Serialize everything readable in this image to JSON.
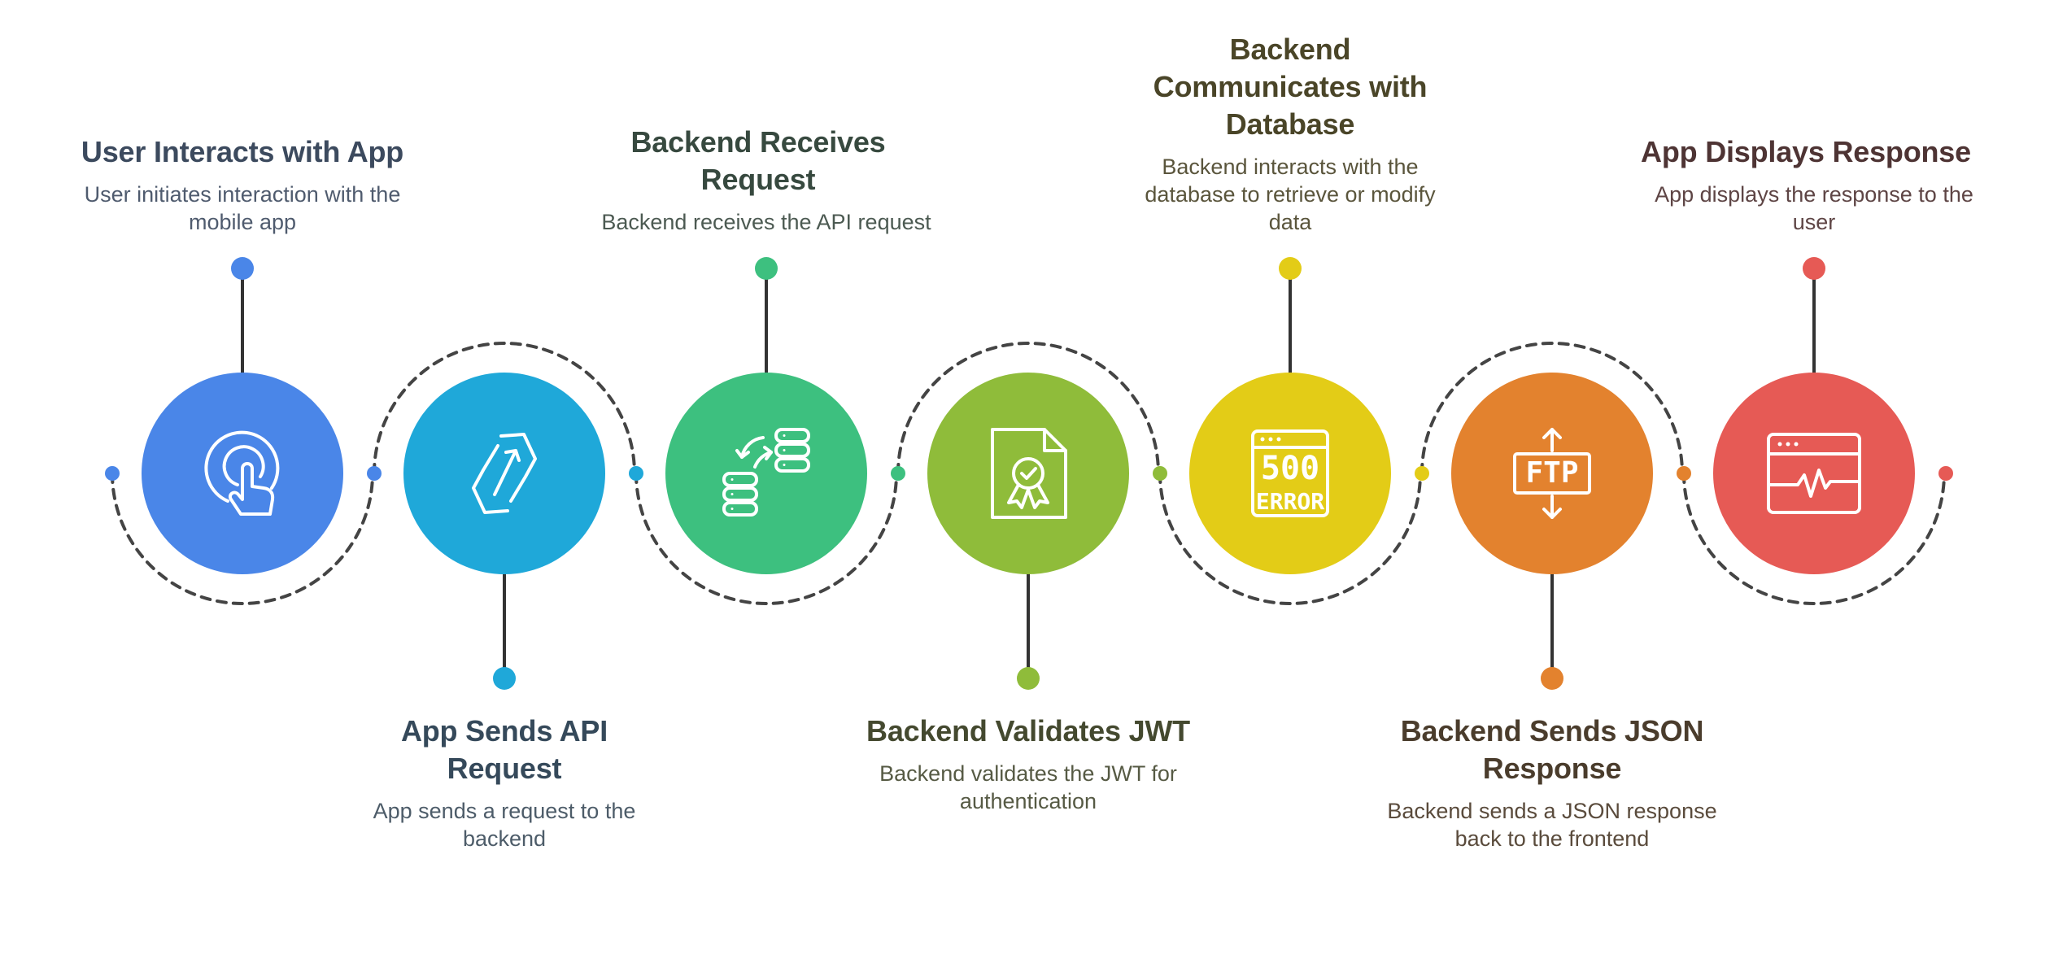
{
  "colors": {
    "ring": "#444444"
  },
  "steps": [
    {
      "title": "User Interacts with App",
      "desc": "User initiates interaction with the mobile app",
      "color": "#4a86e8",
      "title_color": "#3c4a5e",
      "desc_color": "#4f5b6e",
      "icon": "hand-tap-icon",
      "label_pos": "top"
    },
    {
      "title": "App Sends API Request",
      "desc": "App sends a request to the backend",
      "color": "#1fa8d9",
      "title_color": "#35495a",
      "desc_color": "#4d5c69",
      "icon": "link-arrow-icon",
      "label_pos": "bottom"
    },
    {
      "title": "Backend Receives Request",
      "desc": "Backend receives the API request",
      "color": "#3dc07f",
      "title_color": "#37493f",
      "desc_color": "#4c5a52",
      "icon": "data-transfer-icon",
      "label_pos": "top"
    },
    {
      "title": "Backend Validates JWT",
      "desc": "Backend validates the JWT for authentication",
      "color": "#8fbc3a",
      "title_color": "#44492f",
      "desc_color": "#565a44",
      "icon": "certificate-icon",
      "label_pos": "bottom"
    },
    {
      "title": "Backend Communicates with Database",
      "desc": "Backend interacts with the database to retrieve or modify data",
      "color": "#e3cc17",
      "title_color": "#4a4528",
      "desc_color": "#5a553c",
      "icon": "server-error-icon",
      "label_pos": "top"
    },
    {
      "title": "Backend Sends JSON Response",
      "desc": "Backend sends a JSON response back to the frontend",
      "color": "#e3822e",
      "title_color": "#4a3c2c",
      "desc_color": "#5a4b3c",
      "icon": "ftp-icon",
      "label_pos": "bottom"
    },
    {
      "title": "App Displays Response",
      "desc": "App displays the response to the user",
      "color": "#e65a55",
      "title_color": "#4e3434",
      "desc_color": "#5e4545",
      "icon": "monitor-wave-icon",
      "label_pos": "top"
    }
  ],
  "icons": {
    "server_error_code": "500",
    "server_error_text": "ERROR",
    "ftp_text": "FTP"
  }
}
